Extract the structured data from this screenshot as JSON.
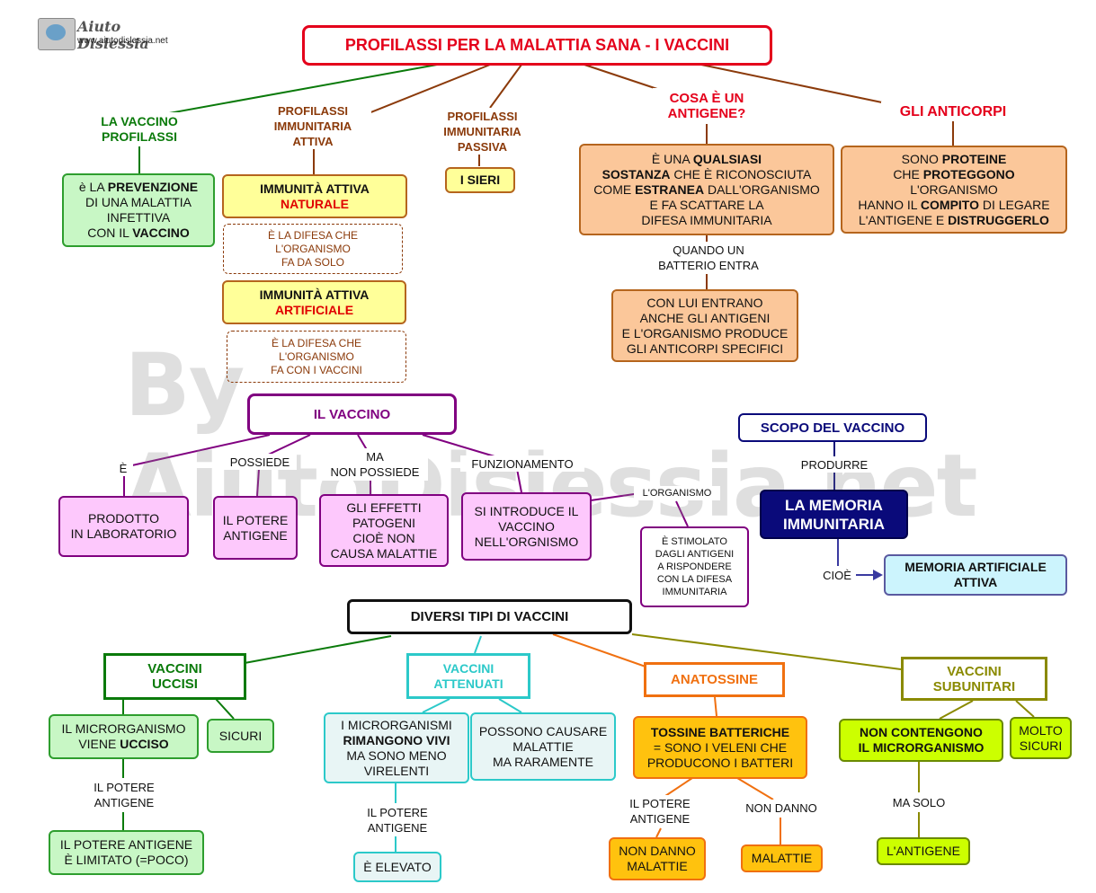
{
  "logo": {
    "name": "Aiuto Dislessia",
    "url": "www.aiutodislessia.net"
  },
  "watermark": "By AiutoDislessia.net",
  "colors": {
    "red": "#e4001b",
    "green": "#0a7a0a",
    "brown": "#8b3a0a",
    "orange_fill": "#fbc79a",
    "purple": "#800080",
    "navy": "#0a0a7a",
    "teal": "#2cc9c9",
    "olive": "#8a8a00",
    "lime": "#ccff00"
  },
  "title": "PROFILASSI PER LA MALATTIA SANA - I VACCINI",
  "top": {
    "vaccino_profilassi": "LA VACCINO\nPROFILASSI",
    "prevenzione_pre": "è LA ",
    "prevenzione_b": "PREVENZIONE",
    "prevenzione_mid": "\nDI UNA MALATTIA\nINFETTIVA\nCON IL ",
    "prevenzione_b2": "VACCINO",
    "attiva_label": "PROFILASSI\nIMMUNITARIA\nATTIVA",
    "naturale_1": "IMMUNITÀ  ATTIVA",
    "naturale_2": "NATURALE",
    "naturale_desc": "È  LA DIFESA CHE\nL'ORGANISMO\nFA DA SOLO",
    "artificiale_1": "IMMUNITÀ  ATTIVA",
    "artificiale_2": "ARTIFICIALE",
    "artificiale_desc": "È  LA DIFESA CHE\nL'ORGANISMO\nFA CON I VACCINI",
    "passiva_label": "PROFILASSI\nIMMUNITARIA\nPASSIVA",
    "sieri": "I SIERI",
    "antigene_label": "COSA È UN\nANTIGENE?",
    "antigene_1": "È UNA ",
    "antigene_b1": "QUALSIASI",
    "antigene_b2": "SOSTANZA",
    "antigene_2": " CHE È RICONOSCIUTA\nCOME ",
    "antigene_b3": "ESTRANEA",
    "antigene_3": " DALL'ORGANISMO\nE FA SCATTARE LA\nDIFESA IMMUNITARIA",
    "quando": "QUANDO UN\nBATTERIO ENTRA",
    "con_lui": "CON LUI ENTRANO\nANCHE GLI ANTIGENI\nE L'ORGANISMO PRODUCE\nGLI ANTICORPI SPECIFICI",
    "anticorpi_label": "GLI ANTICORPI",
    "anticorpi_1": "SONO ",
    "anticorpi_b1": "PROTEINE",
    "anticorpi_2": "\nCHE ",
    "anticorpi_b2": "PROTEGGONO",
    "anticorpi_3": "\nL'ORGANISMO\nHANNO IL ",
    "anticorpi_b3": "COMPITO",
    "anticorpi_4": " DI LEGARE\nL'ANTIGENE E ",
    "anticorpi_b4": "DISTRUGGERLO"
  },
  "middle": {
    "vaccino": "IL VACCINO",
    "e": "È",
    "possiede": "POSSIEDE",
    "ma_non": "MA\nNON POSSIEDE",
    "funzionamento": "FUNZIONAMENTO",
    "prodotto": "PRODOTTO\nIN LABORATORIO",
    "potere": "IL POTERE\nANTIGENE",
    "effetti": "GLI EFFETTI\nPATOGENI\nCIOÈ NON\nCAUSA MALATTIE",
    "introduce": "SI INTRODUCE IL\nVACCINO\nNELL'ORGNISMO",
    "organismo": "L'ORGANISMO",
    "stimolato": "È STIMOLATO\nDAGLI ANTIGENI\nA RISPONDERE\nCON LA DIFESA\nIMMUNITARIA",
    "scopo": "SCOPO DEL VACCINO",
    "produrre": "PRODURRE",
    "memoria": "LA MEMORIA\nIMMUNITARIA",
    "cioe": "CIOÈ",
    "memoria_art": "MEMORIA ARTIFICIALE\nATTIVA"
  },
  "bottom": {
    "tipi": "DIVERSI TIPI DI VACCINI",
    "uccisi": "VACCINI\nUCCISI",
    "micro_ucciso_1": "IL MICRORGANISMO\nVIENE ",
    "micro_ucciso_b": "UCCISO",
    "sicuri": "SICURI",
    "potere_label_1": "IL POTERE\nANTIGENE",
    "limitato": "IL POTERE ANTIGENE\nÈ LIMITATO (=POCO)",
    "attenuati": "VACCINI\nATTENUATI",
    "rimangono_1": "I MICRORGANISMI\n",
    "rimangono_b": "RIMANGONO VIVI",
    "rimangono_2": "\nMA SONO MENO\nVIRELENTI",
    "possono": "POSSONO CAUSARE\nMALATTIE\nMA RARAMENTE",
    "potere_label_2": "IL POTERE\nANTIGENE",
    "elevato": "È ELEVATO",
    "anatossine": "ANATOSSINE",
    "tossine_b": "TOSSINE BATTERICHE",
    "tossine_2": "\n= SONO I VELENI CHE\nPRODUCONO I BATTERI",
    "potere_label_3": "IL POTERE\nANTIGENE",
    "non_danno_label": "NON DANNO",
    "non_danno_malattie": "NON DANNO\nMALATTIE",
    "malattie": "MALATTIE",
    "subunitari": "VACCINI\nSUBUNITARI",
    "non_contengono": "NON CONTENGONO\nIL MICRORGANISMO",
    "molto_sicuri": "MOLTO\nSICURI",
    "ma_solo": "MA SOLO",
    "antigene": "L'ANTIGENE"
  }
}
